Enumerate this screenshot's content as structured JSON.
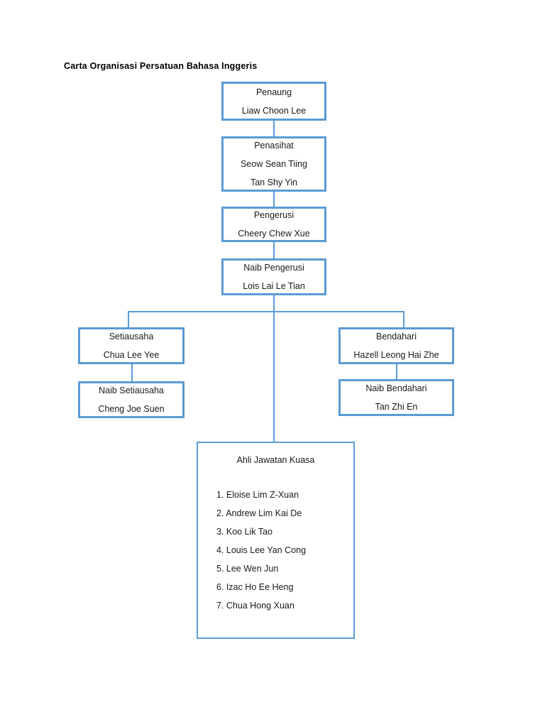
{
  "document": {
    "title": "Carta Organisasi Persatuan Bahasa Inggeris"
  },
  "theme": {
    "box_border_color": "#5B9BD5",
    "connector_color": "#5B9BD5",
    "background_color": "#FFFFFF",
    "text_color": "#1A1A1A"
  },
  "nodes": {
    "penaung": {
      "role": "Penaung",
      "members": [
        "Liaw Choon Lee"
      ]
    },
    "penasihat": {
      "role": "Penasihat",
      "members": [
        "Seow Sean Tiing",
        "Tan Shy Yin"
      ]
    },
    "pengerusi": {
      "role": "Pengerusi",
      "members": [
        "Cheery Chew Xue"
      ]
    },
    "naib_pengerusi": {
      "role": "Naib Pengerusi",
      "members": [
        "Lois Lai Le Tian"
      ]
    },
    "setiausaha": {
      "role": "Setiausaha",
      "members": [
        "Chua Lee Yee"
      ]
    },
    "naib_setiausaha": {
      "role": "Naib Setiausaha",
      "members": [
        "Cheng Joe Suen"
      ]
    },
    "bendahari": {
      "role": "Bendahari",
      "members": [
        "Hazell Leong Hai Zhe"
      ]
    },
    "naib_bendahari": {
      "role": "Naib Bendahari",
      "members": [
        "Tan Zhi En"
      ]
    },
    "ahli_jawatan_kuasa": {
      "role": "Ahli Jawatan Kuasa",
      "members": [
        "1. Eloise Lim Z-Xuan",
        "2. Andrew Lim Kai De",
        "3. Koo Lik Tao",
        "4. Louis Lee Yan Cong",
        "5. Lee Wen Jun",
        "6. Izac Ho Ee Heng",
        "7. Chua Hong Xuan"
      ]
    }
  }
}
